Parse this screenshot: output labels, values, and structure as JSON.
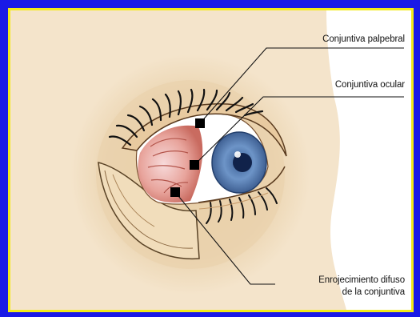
{
  "colors": {
    "frame": "#1a1ae6",
    "border": "#f3ea19",
    "skin": "#f4e4cb",
    "skin_shadow": "#e3c89f",
    "face_side": "#ffffff",
    "iris": "#5d83b8",
    "pupil": "#10224a",
    "conjunctiva_red": "#d9837a",
    "marker": "#000000"
  },
  "labels": {
    "palpebral": "Conjuntiva palpebral",
    "ocular": "Conjuntiva ocular",
    "redness_line1": "Enrojecimiento difuso",
    "redness_line2": "de la conjuntiva"
  },
  "icons": {
    "eye": "eye-illustration",
    "marker": "square-marker"
  }
}
